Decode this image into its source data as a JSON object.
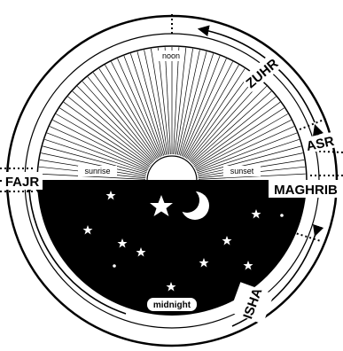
{
  "diagram": {
    "labels": {
      "noon": "noon",
      "sunrise": "sunrise",
      "sunset": "sunset",
      "midnight": "midnight"
    },
    "prayers": {
      "zuhr": "ZUHR",
      "asr": "ASR",
      "maghrib": "MAGHRIB",
      "fajr": "FAJR",
      "isha": "ISHA"
    },
    "colors": {
      "night": "#000000",
      "day": "#ffffff",
      "line": "#000000"
    },
    "icons": [
      "star-icon",
      "crescent-moon-icon"
    ]
  }
}
